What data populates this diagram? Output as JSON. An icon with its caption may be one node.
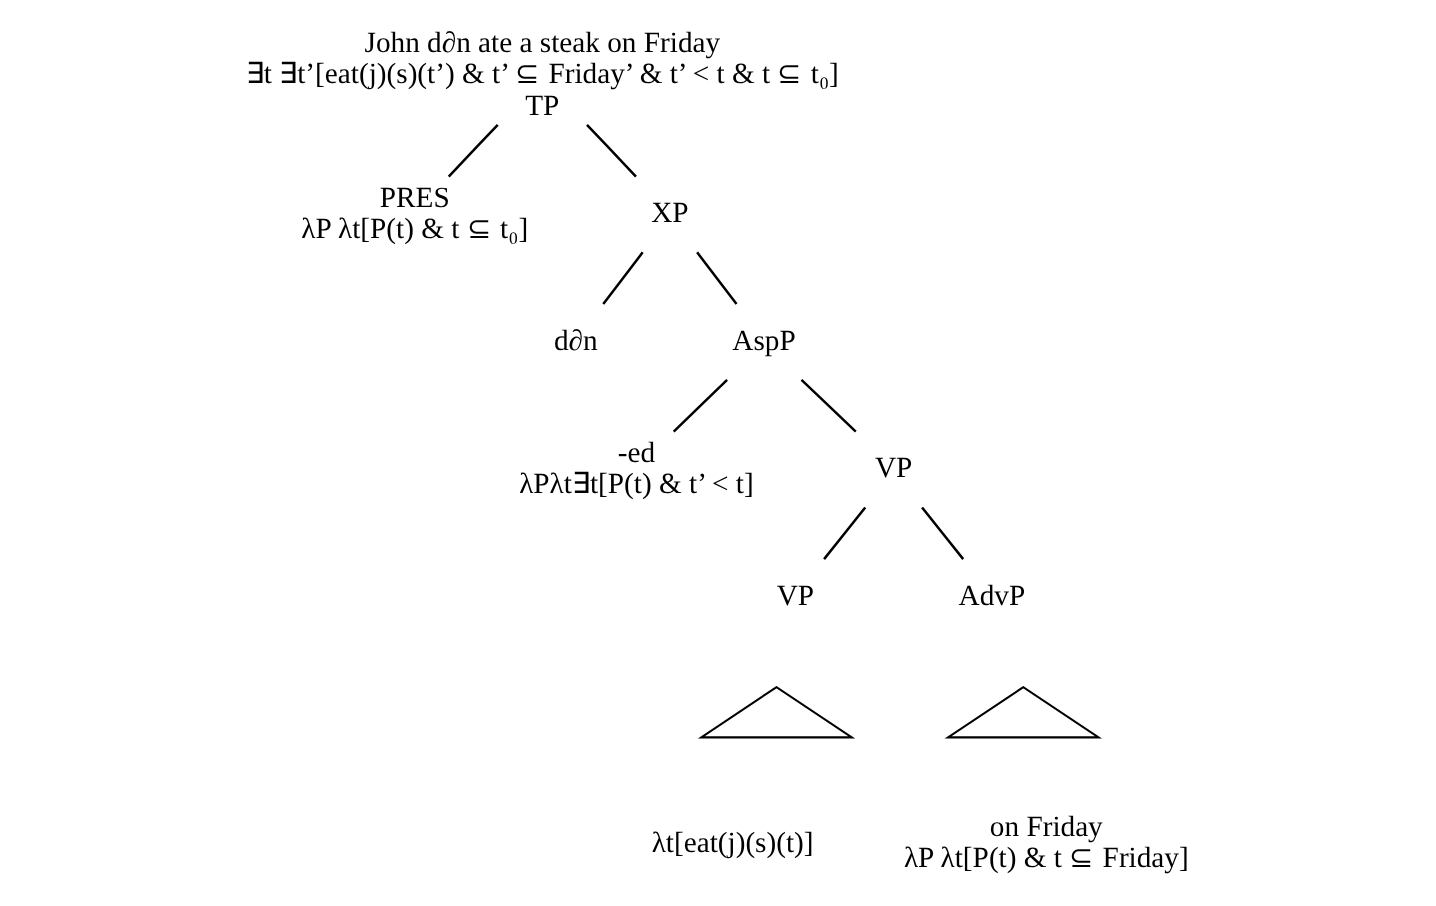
{
  "diagram": {
    "nodes": [
      {
        "text": [
          "John d∂n ate a steak on Friday",
          "∃t ∃t’[eat(j)(s)(t’) & t’ ⊆ Friday’ & t’ < t & t ⊆ t₀]",
          "TP"
        ]
      },
      {
        "text": [
          "PRES",
          "λP λt[P(t) & t ⊆ t₀]"
        ]
      },
      {
        "text": [
          "XP"
        ]
      },
      {
        "text": [
          "d∂n"
        ]
      },
      {
        "text": [
          "AspP"
        ]
      },
      {
        "text": [
          "-ed",
          "λPλt∃t[P(t) & t’ < t]"
        ]
      },
      {
        "text": [
          "VP"
        ]
      },
      {
        "text": [
          "VP"
        ]
      },
      {
        "text": [
          "AdvP"
        ]
      },
      {
        "text": [],
        "shape": "triangle"
      },
      {
        "text": [
          "λt[eat(j)(s)(t)]"
        ]
      },
      {
        "text": [],
        "shape": "triangle"
      },
      {
        "text": [
          "on Friday",
          "λP λt[P(t) & t ⊆ Friday]"
        ]
      }
    ],
    "edges": [
      {
        "from": 0,
        "to": 1,
        "arrow": "none"
      },
      {
        "from": 0,
        "to": 2,
        "arrow": "none"
      },
      {
        "from": 2,
        "to": 3,
        "arrow": "none"
      },
      {
        "from": 2,
        "to": 4,
        "arrow": "none"
      },
      {
        "from": 4,
        "to": 5,
        "arrow": "none"
      },
      {
        "from": 4,
        "to": 6,
        "arrow": "none"
      },
      {
        "from": 6,
        "to": 7,
        "arrow": "none"
      },
      {
        "from": 6,
        "to": 8,
        "arrow": "none"
      }
    ]
  }
}
